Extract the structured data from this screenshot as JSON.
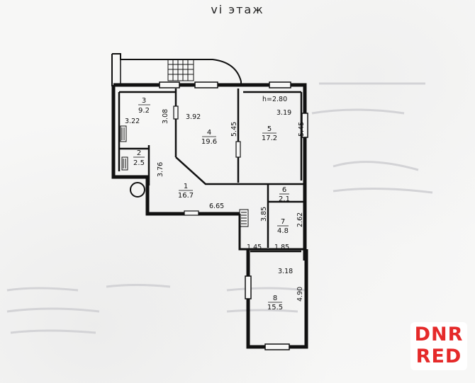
{
  "floor_title": "vi этаж",
  "height_label": "h=2.80",
  "rooms": [
    {
      "id": "3",
      "area": "9.2"
    },
    {
      "id": "4",
      "area": "19.6"
    },
    {
      "id": "5",
      "area": "17.2"
    },
    {
      "id": "2",
      "area": "2.5"
    },
    {
      "id": "1",
      "area": "16.7"
    },
    {
      "id": "6",
      "area": "2.1"
    },
    {
      "id": "7",
      "area": "4.8"
    },
    {
      "id": "8",
      "area": "15.5"
    }
  ],
  "dimensions": {
    "d322": "3.22",
    "d308": "3.08",
    "d392": "3.92",
    "d545a": "5.45",
    "d319": "3.19",
    "d545b": "5.45",
    "d376": "3.76",
    "d665": "6.65",
    "d385": "3.85",
    "d262": "2.62",
    "d145": "1.45",
    "d185": "1.85",
    "d318": "3.18",
    "d490": "4.90"
  },
  "watermark": {
    "line1": "DNR",
    "line2": "RED",
    "color": "#e52a2a"
  }
}
